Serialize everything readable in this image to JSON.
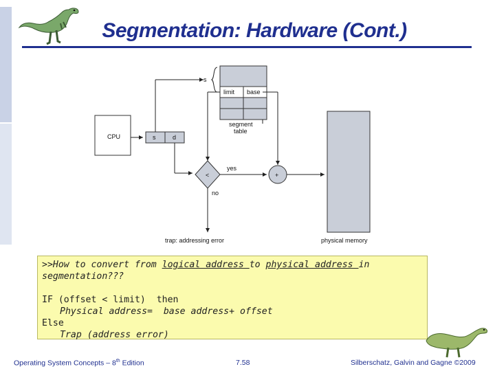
{
  "slide": {
    "title": "Segmentation: Hardware (Cont.)"
  },
  "diagram": {
    "cpu": "CPU",
    "s": "s",
    "d": "d",
    "limit": "limit",
    "base": "base",
    "segment_table_1": "segment",
    "segment_table_2": "table",
    "less_than": "<",
    "yes": "yes",
    "no": "no",
    "plus": "+",
    "trap": "trap: addressing error",
    "physical_memory": "physical memory"
  },
  "note": {
    "line1_prefix": ">>How to convert from ",
    "line1_logical": "logical address ",
    "line1_to": "to ",
    "line1_physical": "physical address ",
    "line1_suffix": "in",
    "line2": "segmentation???",
    "line4": "IF (offset < limit)  then",
    "line5": "Physical address=  base address+ offset",
    "line6": "Else",
    "line7": "Trap (address error)"
  },
  "footer": {
    "left_prefix": "Operating System Concepts – 8",
    "left_sup": "th",
    "left_suffix": " Edition",
    "center": "7.58",
    "right": "Silberschatz, Galvin and Gagne ©2009"
  },
  "colors": {
    "title": "#1f2f8f",
    "note_background": "#fbfbae",
    "edge_bar": "#c9d2e6"
  }
}
